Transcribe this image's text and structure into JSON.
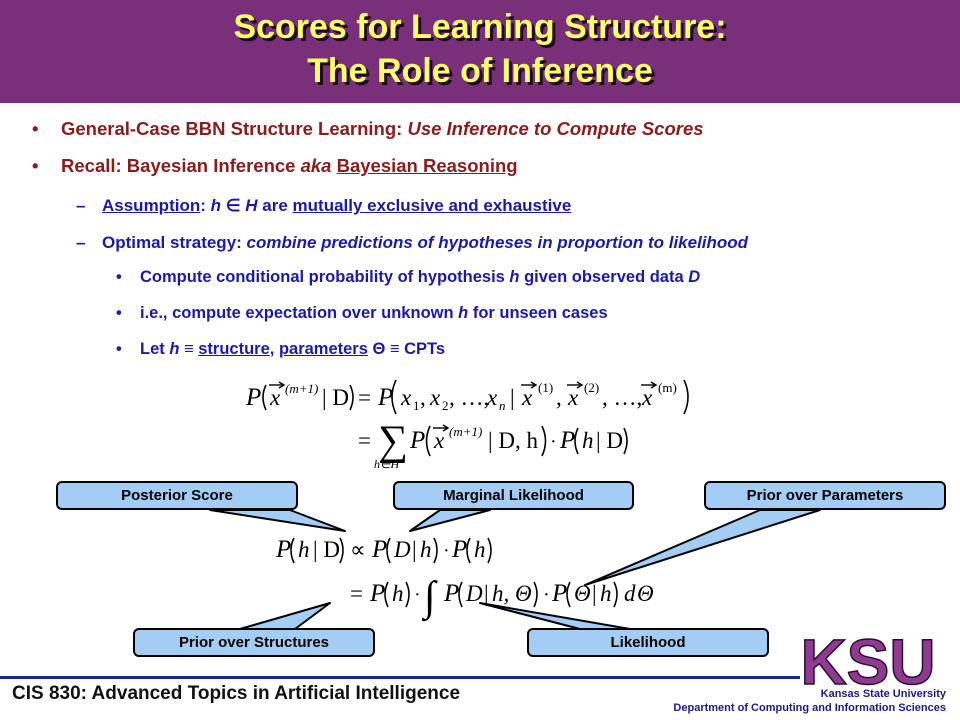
{
  "title": {
    "line1": "Scores for Learning Structure:",
    "line2": "The Role of Inference"
  },
  "bullets": {
    "b1": {
      "marker": "•",
      "lead": "General-Case BBN Structure Learning: ",
      "emph": "Use Inference to Compute Scores"
    },
    "b2": {
      "marker": "•",
      "lead": "Recall: Bayesian Inference ",
      "aka": "aka",
      "term": "Bayesian Reasoning"
    },
    "s1": {
      "marker": "–",
      "assumption": "Assumption",
      "colon_h": ": ",
      "h": "h",
      "in": " ∈ ",
      "H": "H",
      "are": " are ",
      "mutual": "mutually exclusive and exhaustive"
    },
    "s2": {
      "marker": "–",
      "lead": "Optimal strategy: ",
      "emph": "combine predictions of hypotheses in proportion to likelihood"
    },
    "t1": {
      "marker": "•",
      "lead": "Compute conditional probability of hypothesis ",
      "h": "h",
      "mid": " given observed data ",
      "D": "D"
    },
    "t2": {
      "marker": "•",
      "lead": "i.e., compute expectation over unknown ",
      "h": "h",
      "tail": " for unseen cases"
    },
    "t3": {
      "marker": "•",
      "let": "Let ",
      "h": "h",
      "equiv1": " ≡ ",
      "structure": "structure",
      "comma": ", ",
      "parameters": "parameters",
      "theta": " Θ ≡ CPTs"
    }
  },
  "equations": {
    "eq1_lhs": "P(x⃗(m+1) | D)",
    "eq1_rhs": "= P(x1, x2, …, xn | x⃗(1), x⃗(2), …, x⃗(m))",
    "eq2": "= Σ h∈H P(x⃗(m+1) | D, h) · P(h | D)",
    "eq3": "P(h | D) ∝ P(D | h) · P(h)",
    "eq4": "= P(h) · ∫ P(D | h, Θ) · P(Θ | h) dΘ"
  },
  "callouts": {
    "posterior": "Posterior Score",
    "marginal": "Marginal Likelihood",
    "prior_params": "Prior over Parameters",
    "prior_struct": "Prior over Structures",
    "likelihood": "Likelihood"
  },
  "footer": {
    "course": "CIS 830: Advanced Topics in Artificial Intelligence",
    "logo": "KSU",
    "university": "Kansas State University",
    "department": "Department of Computing and Information Sciences"
  },
  "colors": {
    "title_bg": "#7a2f7b",
    "title_text": "#ffff66",
    "level1_text": "#8a1c1c",
    "level2_text": "#1a1aa8",
    "callout_fill": "#a4cdf6",
    "logo": "#8f3b91"
  }
}
